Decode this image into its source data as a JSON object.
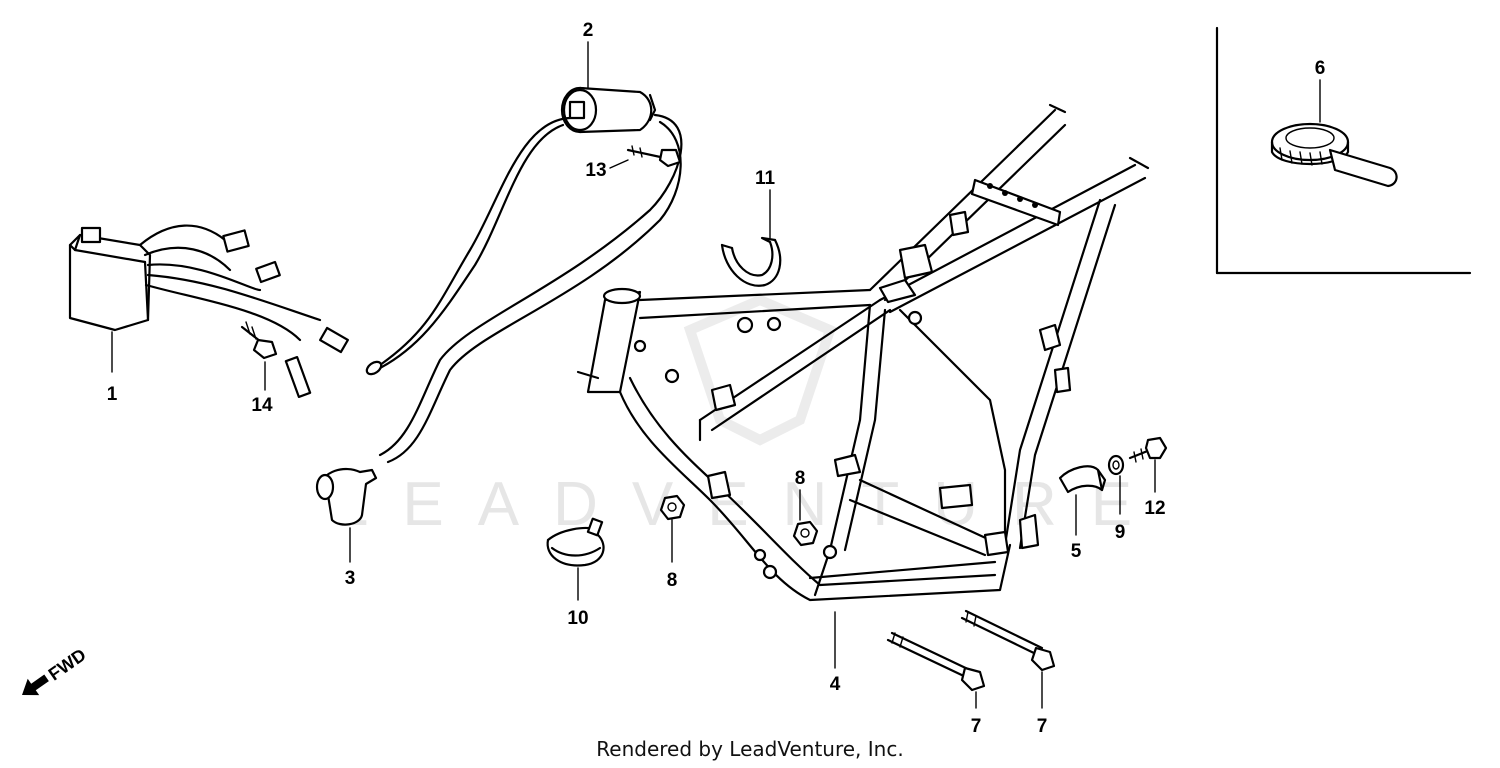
{
  "watermark": "LEADVENTURE",
  "fwd_label": "FWD",
  "footer": "Rendered by LeadVenture, Inc.",
  "callouts": [
    {
      "id": "1",
      "label": "1"
    },
    {
      "id": "2",
      "label": "2"
    },
    {
      "id": "3",
      "label": "3"
    },
    {
      "id": "4",
      "label": "4"
    },
    {
      "id": "5",
      "label": "5"
    },
    {
      "id": "6",
      "label": "6"
    },
    {
      "id": "7a",
      "label": "7"
    },
    {
      "id": "7b",
      "label": "7"
    },
    {
      "id": "8a",
      "label": "8"
    },
    {
      "id": "8b",
      "label": "8"
    },
    {
      "id": "9",
      "label": "9"
    },
    {
      "id": "10",
      "label": "10"
    },
    {
      "id": "11",
      "label": "11"
    },
    {
      "id": "12",
      "label": "12"
    },
    {
      "id": "13",
      "label": "13"
    },
    {
      "id": "14",
      "label": "14"
    }
  ]
}
